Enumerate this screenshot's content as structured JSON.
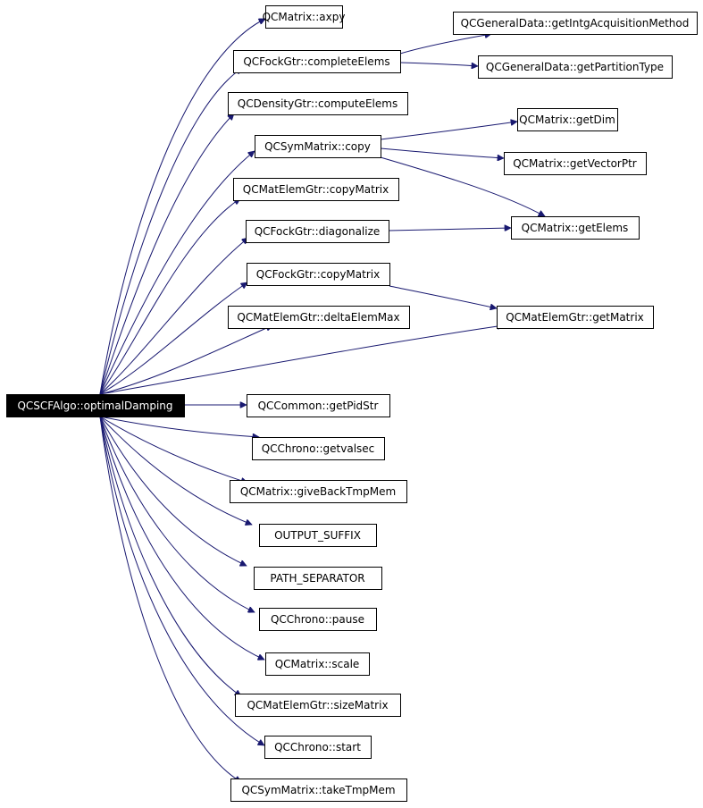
{
  "graph": {
    "root": "QCSCFAlgo::optimalDamping",
    "nodes": [
      {
        "id": "root",
        "label": "QCSCFAlgo::optimalDamping",
        "kind": "root"
      },
      {
        "id": "axpy",
        "label": "QCMatrix::axpy"
      },
      {
        "id": "completeElems",
        "label": "QCFockGtr::completeElems"
      },
      {
        "id": "getIntg",
        "label": "QCGeneralData::getIntgAcquisitionMethod"
      },
      {
        "id": "getPartition",
        "label": "QCGeneralData::getPartitionType"
      },
      {
        "id": "computeElems",
        "label": "QCDensityGtr::computeElems"
      },
      {
        "id": "symCopy",
        "label": "QCSymMatrix::copy"
      },
      {
        "id": "getDim",
        "label": "QCMatrix::getDim"
      },
      {
        "id": "getVectorPtr",
        "label": "QCMatrix::getVectorPtr"
      },
      {
        "id": "copyMatrixMEG",
        "label": "QCMatElemGtr::copyMatrix"
      },
      {
        "id": "diagonalize",
        "label": "QCFockGtr::diagonalize"
      },
      {
        "id": "getElems",
        "label": "QCMatrix::getElems"
      },
      {
        "id": "copyMatrixFock",
        "label": "QCFockGtr::copyMatrix"
      },
      {
        "id": "deltaElemMax",
        "label": "QCMatElemGtr::deltaElemMax"
      },
      {
        "id": "getMatrix",
        "label": "QCMatElemGtr::getMatrix"
      },
      {
        "id": "getPidStr",
        "label": "QCCommon::getPidStr"
      },
      {
        "id": "getvalsec",
        "label": "QCChrono::getvalsec"
      },
      {
        "id": "giveBack",
        "label": "QCMatrix::giveBackTmpMem"
      },
      {
        "id": "outSuffix",
        "label": "OUTPUT_SUFFIX"
      },
      {
        "id": "pathSep",
        "label": "PATH_SEPARATOR"
      },
      {
        "id": "pause",
        "label": "QCChrono::pause"
      },
      {
        "id": "scale",
        "label": "QCMatrix::scale"
      },
      {
        "id": "sizeMatrix",
        "label": "QCMatElemGtr::sizeMatrix"
      },
      {
        "id": "start",
        "label": "QCChrono::start"
      },
      {
        "id": "takeTmpMem",
        "label": "QCSymMatrix::takeTmpMem"
      }
    ],
    "edges": [
      {
        "from": "root",
        "to": "axpy"
      },
      {
        "from": "root",
        "to": "completeElems"
      },
      {
        "from": "root",
        "to": "computeElems"
      },
      {
        "from": "root",
        "to": "symCopy"
      },
      {
        "from": "root",
        "to": "copyMatrixMEG"
      },
      {
        "from": "root",
        "to": "diagonalize"
      },
      {
        "from": "root",
        "to": "copyMatrixFock"
      },
      {
        "from": "root",
        "to": "deltaElemMax"
      },
      {
        "from": "root",
        "to": "getMatrix"
      },
      {
        "from": "root",
        "to": "getPidStr"
      },
      {
        "from": "root",
        "to": "getvalsec"
      },
      {
        "from": "root",
        "to": "giveBack"
      },
      {
        "from": "root",
        "to": "outSuffix"
      },
      {
        "from": "root",
        "to": "pathSep"
      },
      {
        "from": "root",
        "to": "pause"
      },
      {
        "from": "root",
        "to": "scale"
      },
      {
        "from": "root",
        "to": "sizeMatrix"
      },
      {
        "from": "root",
        "to": "start"
      },
      {
        "from": "root",
        "to": "takeTmpMem"
      },
      {
        "from": "completeElems",
        "to": "getIntg"
      },
      {
        "from": "completeElems",
        "to": "getPartition"
      },
      {
        "from": "symCopy",
        "to": "getDim"
      },
      {
        "from": "symCopy",
        "to": "getVectorPtr"
      },
      {
        "from": "symCopy",
        "to": "getElems"
      },
      {
        "from": "diagonalize",
        "to": "getElems"
      },
      {
        "from": "copyMatrixFock",
        "to": "getMatrix"
      }
    ],
    "colors": {
      "edge": "#191970",
      "root_fill": "#000000",
      "root_text": "#ffffff",
      "node_border": "#000000"
    }
  }
}
